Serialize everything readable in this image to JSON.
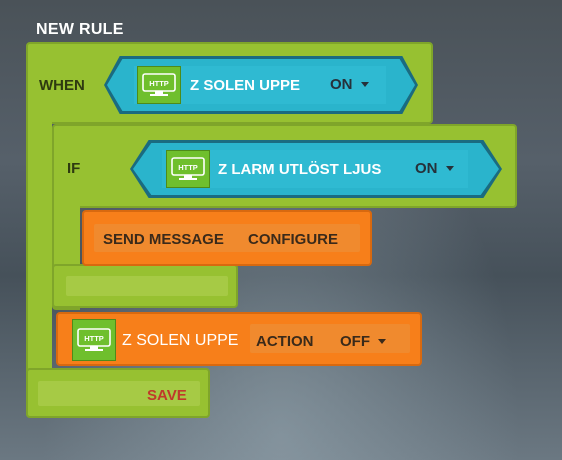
{
  "title": "NEW RULE",
  "when": {
    "label": "WHEN",
    "trigger": {
      "icon": "http-monitor-icon",
      "icon_text": "HTTP",
      "name": "Z SOLEN UPPE",
      "state": "ON"
    }
  },
  "if": {
    "label": "IF",
    "condition": {
      "icon": "http-monitor-icon",
      "icon_text": "HTTP",
      "name": "Z LARM UTLÖST LJUS",
      "state": "ON"
    }
  },
  "send_message": {
    "label": "SEND MESSAGE",
    "configure": "CONFIGURE"
  },
  "action": {
    "icon": "http-monitor-icon",
    "icon_text": "HTTP",
    "name": "Z SOLEN UPPE",
    "action_label": "ACTION",
    "value": "OFF"
  },
  "save_label": "SAVE",
  "colors": {
    "green": "#97c131",
    "cyan": "#2ab4cc",
    "orange": "#f77f1a",
    "save": "#c0392b"
  }
}
